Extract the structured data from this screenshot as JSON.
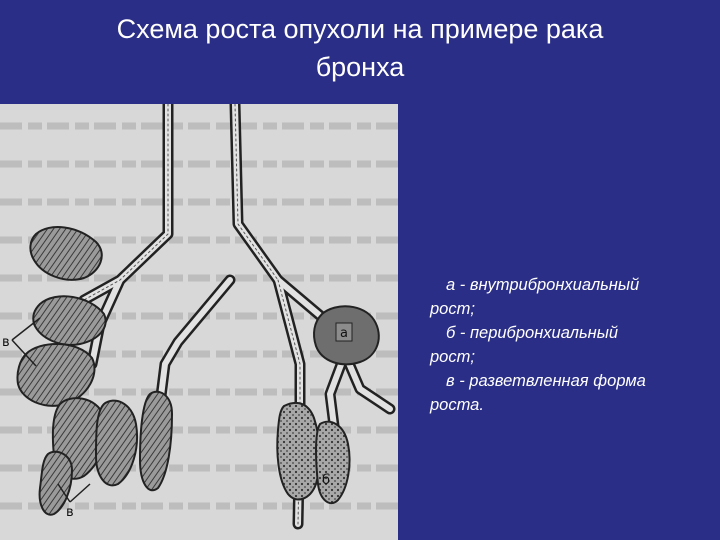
{
  "slide": {
    "title_line1": "Схема роста  опухоли на примере рака",
    "title_line2": "бронха",
    "colors": {
      "background": "#2a2e86",
      "text": "#ffffff",
      "figure_bg": "#d8d8d8"
    }
  },
  "figure": {
    "labels": {
      "a": "а",
      "b": "б",
      "v1": "в",
      "v2": "в"
    }
  },
  "legend": {
    "items": [
      {
        "lead": "а - внутрибронхиальный",
        "rest": "рост;"
      },
      {
        "lead": "б - перибронхиальный",
        "rest": "рост;"
      },
      {
        "lead": "в - разветвленная форма",
        "rest": "роста."
      }
    ]
  }
}
